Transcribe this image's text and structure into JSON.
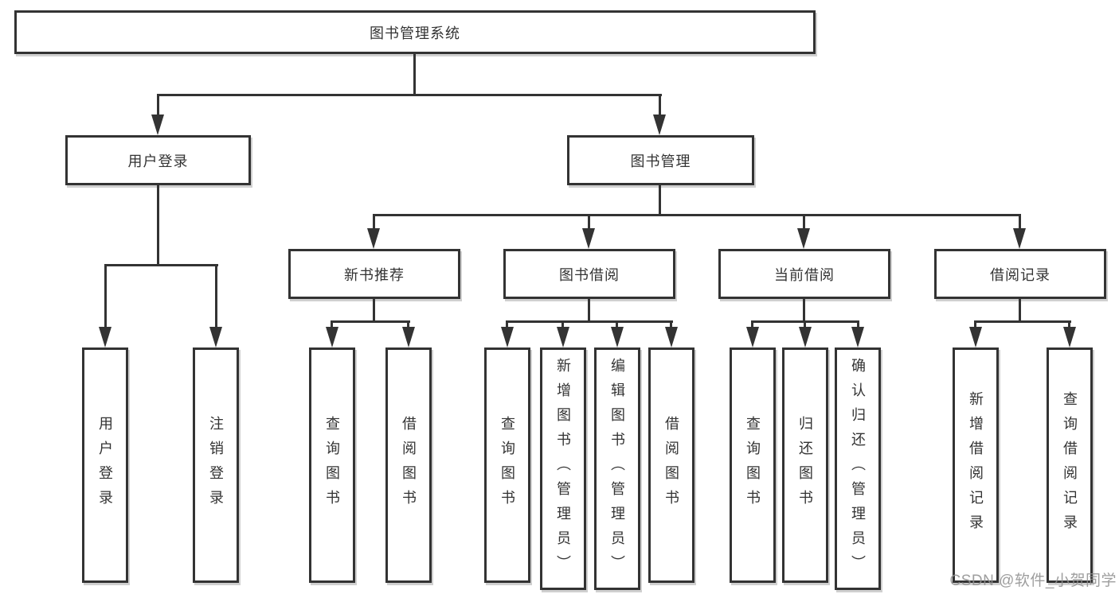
{
  "colors": {
    "line": "#333333",
    "box_border": "#333333",
    "text": "#333333",
    "watermark": "#919191",
    "background": "#ffffff"
  },
  "watermark": "CSDN @软件_小贺同学",
  "tree": {
    "root": {
      "label": "图书管理系统"
    },
    "level2": [
      {
        "label": "用户登录"
      },
      {
        "label": "图书管理"
      }
    ],
    "level3": [
      {
        "label": "新书推荐"
      },
      {
        "label": "图书借阅"
      },
      {
        "label": "当前借阅"
      },
      {
        "label": "借阅记录"
      }
    ],
    "leaves": {
      "user_login": [
        "用户登录",
        "注销登录"
      ],
      "new_book": [
        "查询图书",
        "借阅图书"
      ],
      "book_borrow": [
        "查询图书",
        "新增图书（管理员）",
        "编辑图书（管理员）",
        "借阅图书"
      ],
      "current_borrow": [
        "查询图书",
        "归还图书",
        "确认归还（管理员）"
      ],
      "borrow_records": [
        "新增借阅记录",
        "查询借阅记录"
      ]
    }
  }
}
